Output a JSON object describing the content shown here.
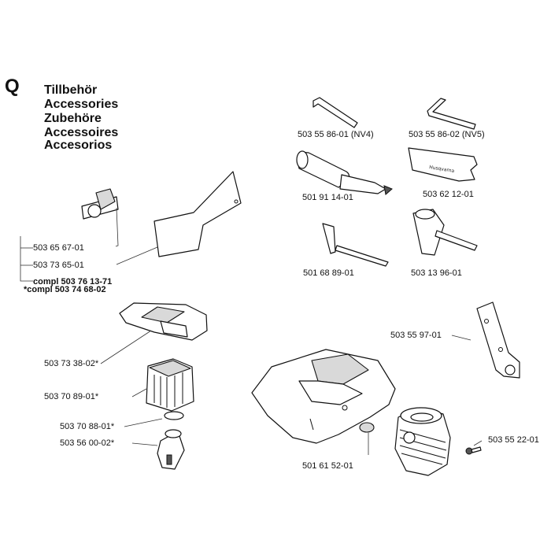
{
  "header": {
    "section_letter": "Q",
    "titles": [
      "Tillbehör",
      "Accessories",
      "Zubehöre",
      "Accessoires",
      "Accesorios"
    ]
  },
  "parts": [
    {
      "id": "p1",
      "number": "503 55 86-01 (NV4)",
      "icon": "hex-key-icon"
    },
    {
      "id": "p2",
      "number": "503 55 86-02 (NV5)",
      "icon": "hex-key-icon"
    },
    {
      "id": "p3",
      "number": "501 91 14-01",
      "icon": "grease-gun-icon"
    },
    {
      "id": "p4",
      "number": "503 62 12-01",
      "icon": "sticker-icon"
    },
    {
      "id": "p5",
      "number": "503 65 67-01",
      "icon": "bracket-icon"
    },
    {
      "id": "p6",
      "number": "503 73 65-01",
      "icon": "plate-icon"
    },
    {
      "id": "p7",
      "number": "compl 503 76 13-71",
      "icon": "none",
      "bold": true
    },
    {
      "id": "p8",
      "number": "501 68 89-01",
      "icon": "t-wrench-icon"
    },
    {
      "id": "p9",
      "number": "503 13 96-01",
      "icon": "combination-spanner-icon"
    },
    {
      "id": "p10",
      "number": "*compl 503 74 68-02",
      "icon": "none",
      "bold": true
    },
    {
      "id": "p11",
      "number": "503 55 97-01",
      "icon": "bracket-icon"
    },
    {
      "id": "p12",
      "number": "503 73 38-02*",
      "icon": "filter-cover-icon"
    },
    {
      "id": "p13",
      "number": "503 70 89-01*",
      "icon": "air-filter-icon"
    },
    {
      "id": "p14",
      "number": "503 70 88-01*",
      "icon": "ring-icon"
    },
    {
      "id": "p15",
      "number": "503 56 00-02*",
      "icon": "intake-icon"
    },
    {
      "id": "p16",
      "number": "503 55 22-01",
      "icon": "screw-icon"
    },
    {
      "id": "p17",
      "number": "501 61 52-01",
      "icon": "cover-plug-icon"
    }
  ],
  "sticker_text": "Husqvarna"
}
